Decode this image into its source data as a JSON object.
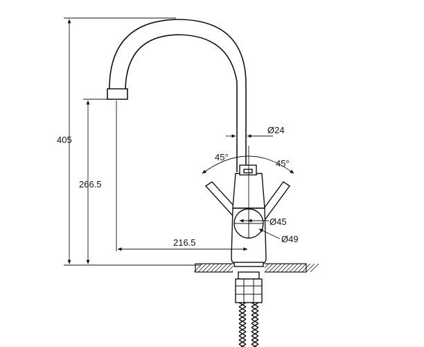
{
  "dimensions": {
    "total_height": "405",
    "spout_height": "266.5",
    "spout_reach": "216.5",
    "spout_diameter": "Ø24",
    "handle_angle_left": "45°",
    "handle_angle_right": "45°",
    "body_diameter_inner": "Ø45",
    "body_diameter_outer": "Ø49"
  }
}
